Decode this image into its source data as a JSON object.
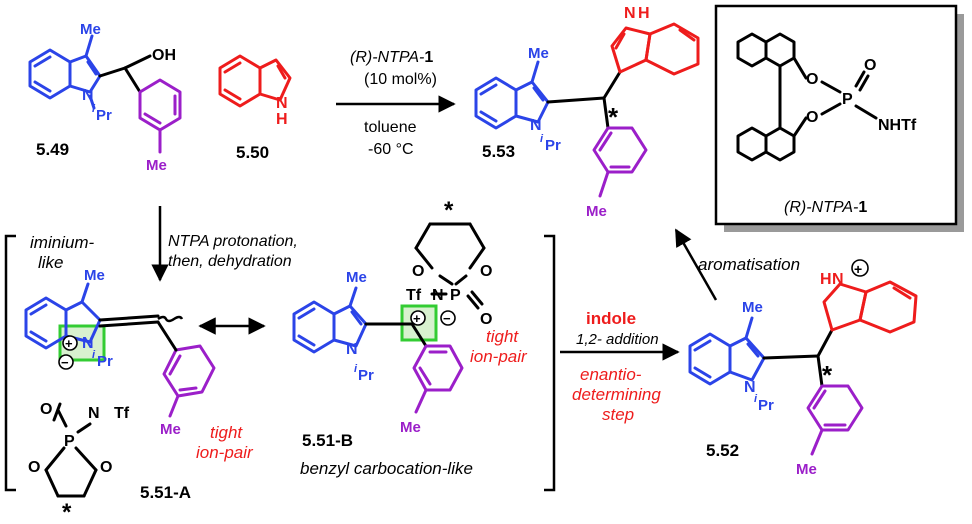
{
  "colors": {
    "indole_core": "#2b44e8",
    "nucleophile": "#ee1c1c",
    "aryl": "#9b1fc9",
    "highlight": "#33cc33",
    "annotation": "#ee1c1c"
  },
  "compounds": {
    "c549": "5.49",
    "c550": "5.50",
    "c553": "5.53",
    "c551a": "5.51-A",
    "c551b": "5.51-B",
    "c552": "5.52"
  },
  "atoms": {
    "me": "Me",
    "oh": "OH",
    "n": "N",
    "nh": "N",
    "h": "H",
    "ipr_i": "i",
    "ipr_pr": "Pr",
    "o": "O",
    "p": "P",
    "tf": "Tf",
    "nhtf": "NHTf",
    "star": "*",
    "plus": "+",
    "minus": "−"
  },
  "top_arrow": {
    "reagent_prefix": "(R)-NTPA-",
    "reagent_num": "1",
    "loading": "(10 mol%)",
    "solvent": "toluene",
    "temperature": "-60 °C"
  },
  "catalyst_box": {
    "label_prefix": "(R)-NTPA-",
    "label_num": "1"
  },
  "down_arrow": {
    "line1": "NTPA protonation,",
    "line2": "then, dehydration"
  },
  "annotations": {
    "iminium_1": "iminium-",
    "iminium_2": "like",
    "tight_1": "tight",
    "ion_pair": "ion-pair",
    "benzyl": "benzyl carbocation-like",
    "aromatisation": "aromatisation"
  },
  "addition_arrow": {
    "reagent": "indole",
    "mode": "1,2- addition",
    "line1": "enantio-",
    "line2": "determining",
    "line3": "step"
  }
}
